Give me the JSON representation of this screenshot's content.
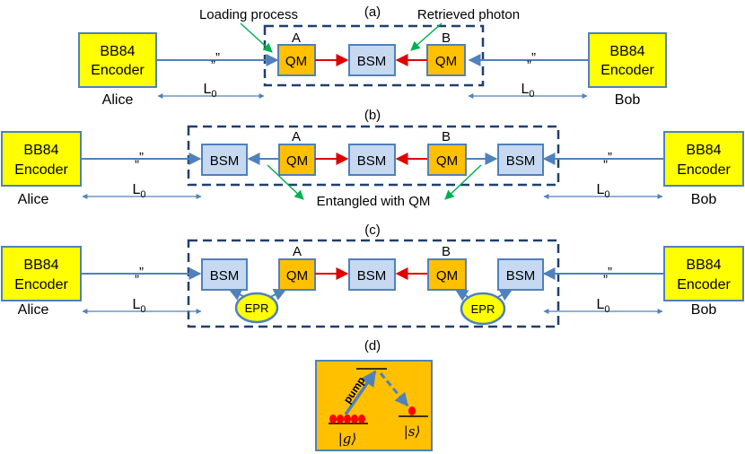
{
  "panels": [
    "(a)",
    "(b)",
    "(c)",
    "(d)"
  ],
  "encoder_line1": "BB84",
  "encoder_line2": "Encoder",
  "alice": "Alice",
  "bob": "Bob",
  "qm": "QM",
  "bsm": "BSM",
  "label_a": "A",
  "label_b": "B",
  "epr": "EPR",
  "photon_mark": "„”",
  "distance": "L",
  "distance_sub": "0",
  "loading_process": "Loading process",
  "retrieved_photon": "Retrieved photon",
  "entangled": "Entangled with QM",
  "pump": "pump",
  "ket_g": "|g⟩",
  "ket_s": "|s⟩",
  "colors": {
    "encoder": "#ffff00",
    "qm": "#ffc000",
    "bsm": "#c6d9f1",
    "fiber": "#4f81bd",
    "arrow_red": "#e00000",
    "arrow_green": "#00b050",
    "dashed_frame": "#1f3f6f",
    "atom": "#ff0000"
  }
}
